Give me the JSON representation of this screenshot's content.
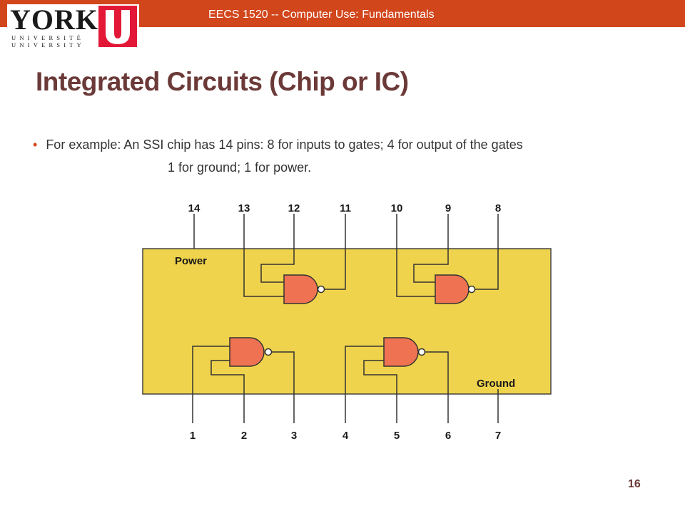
{
  "header": {
    "course": "EECS 1520 -- Computer Use: Fundamentals",
    "logo": {
      "wordmark": "YORK",
      "line1": "UNIVERSITÉ",
      "line2": "UNIVERSITY",
      "mark": "U"
    }
  },
  "slide": {
    "title": "Integrated Circuits (Chip or IC)",
    "bullet_line1": "For example: An SSI chip has 14 pins: 8 for inputs to gates; 4 for output of the gates",
    "bullet_line2": "1 for ground; 1 for power.",
    "page_number": "16"
  },
  "diagram": {
    "top_pins": [
      "14",
      "13",
      "12",
      "11",
      "10",
      "9",
      "8"
    ],
    "bottom_pins": [
      "1",
      "2",
      "3",
      "4",
      "5",
      "6",
      "7"
    ],
    "power_label": "Power",
    "ground_label": "Ground"
  },
  "colors": {
    "header_bar": "#d2461c",
    "title": "#6b3a38",
    "chip_body": "#f0d34c",
    "gate_fill": "#ef7352",
    "logo_red": "#e31837"
  }
}
